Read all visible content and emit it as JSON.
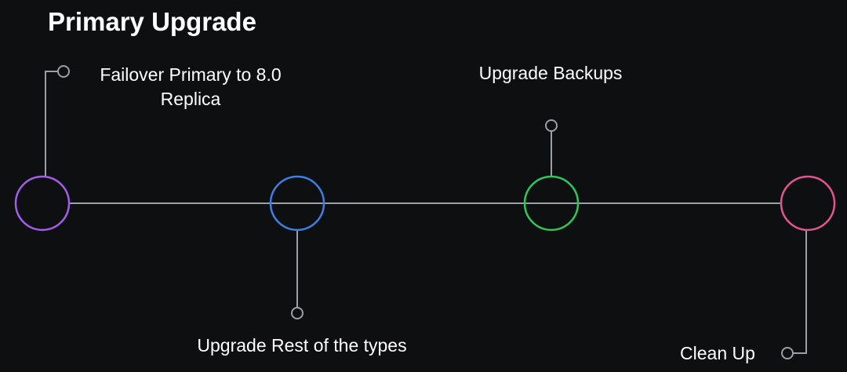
{
  "title": "Primary Upgrade",
  "colors": {
    "background": "#0e0f11",
    "connector": "#9aa0a6",
    "text": "#ffffff"
  },
  "steps": [
    {
      "label_lines": [
        "Failover Primary to 8.0",
        "Replica"
      ],
      "color": "#a35de8"
    },
    {
      "label_lines": [
        "Upgrade Rest of the types"
      ],
      "color": "#3e7fe6"
    },
    {
      "label_lines": [
        "Upgrade Backups"
      ],
      "color": "#2fc75c"
    },
    {
      "label_lines": [
        "Clean Up"
      ],
      "color": "#e3558f"
    }
  ]
}
